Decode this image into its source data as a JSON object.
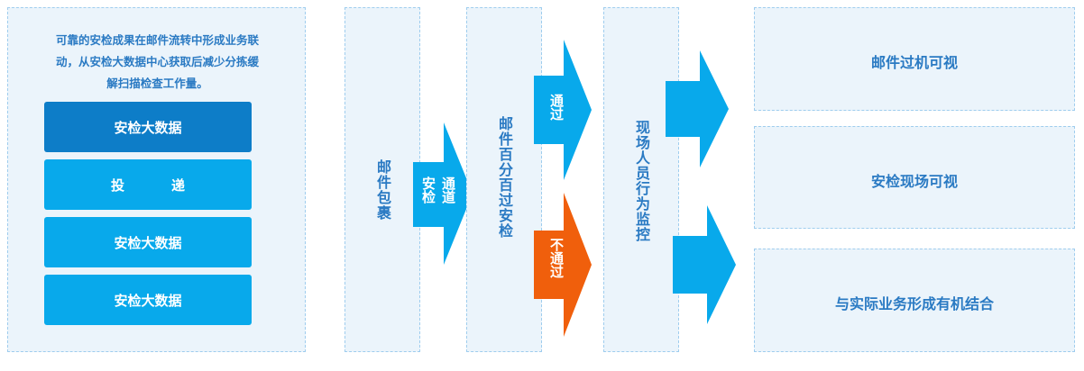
{
  "left_panel": {
    "description_lines": [
      "可靠的安检成果在邮件流转中形成业务联",
      "动，从安检大数据中心获取后减少分拣缓",
      "解扫描检查工作量。"
    ],
    "items": [
      {
        "label": "安检大数据",
        "style": "dark"
      },
      {
        "label_a": "投",
        "label_b": "递",
        "style": "light"
      },
      {
        "label": "安检大数据",
        "style": "light"
      },
      {
        "label": "安检大数据",
        "style": "light"
      }
    ]
  },
  "flow": {
    "mail_package": "邮件包裹",
    "security_channel": {
      "col1": "安检",
      "col2": "通道"
    },
    "full_inspection": "邮件百分百过安检",
    "pass": "通过",
    "fail": "不通过",
    "staff_monitoring": "现场人员行为监控"
  },
  "results": [
    "邮件过机可视",
    "安检现场可视",
    "与实际业务形成有机结合"
  ],
  "colors": {
    "panel_bg": "#ebf4fb",
    "panel_border": "#9fcdee",
    "text_blue": "#2a7ac3",
    "box_dark": "#0d7dc8",
    "box_light": "#08a9eb",
    "arrow_blue": "#08a9eb",
    "arrow_orange": "#f05f0c"
  }
}
